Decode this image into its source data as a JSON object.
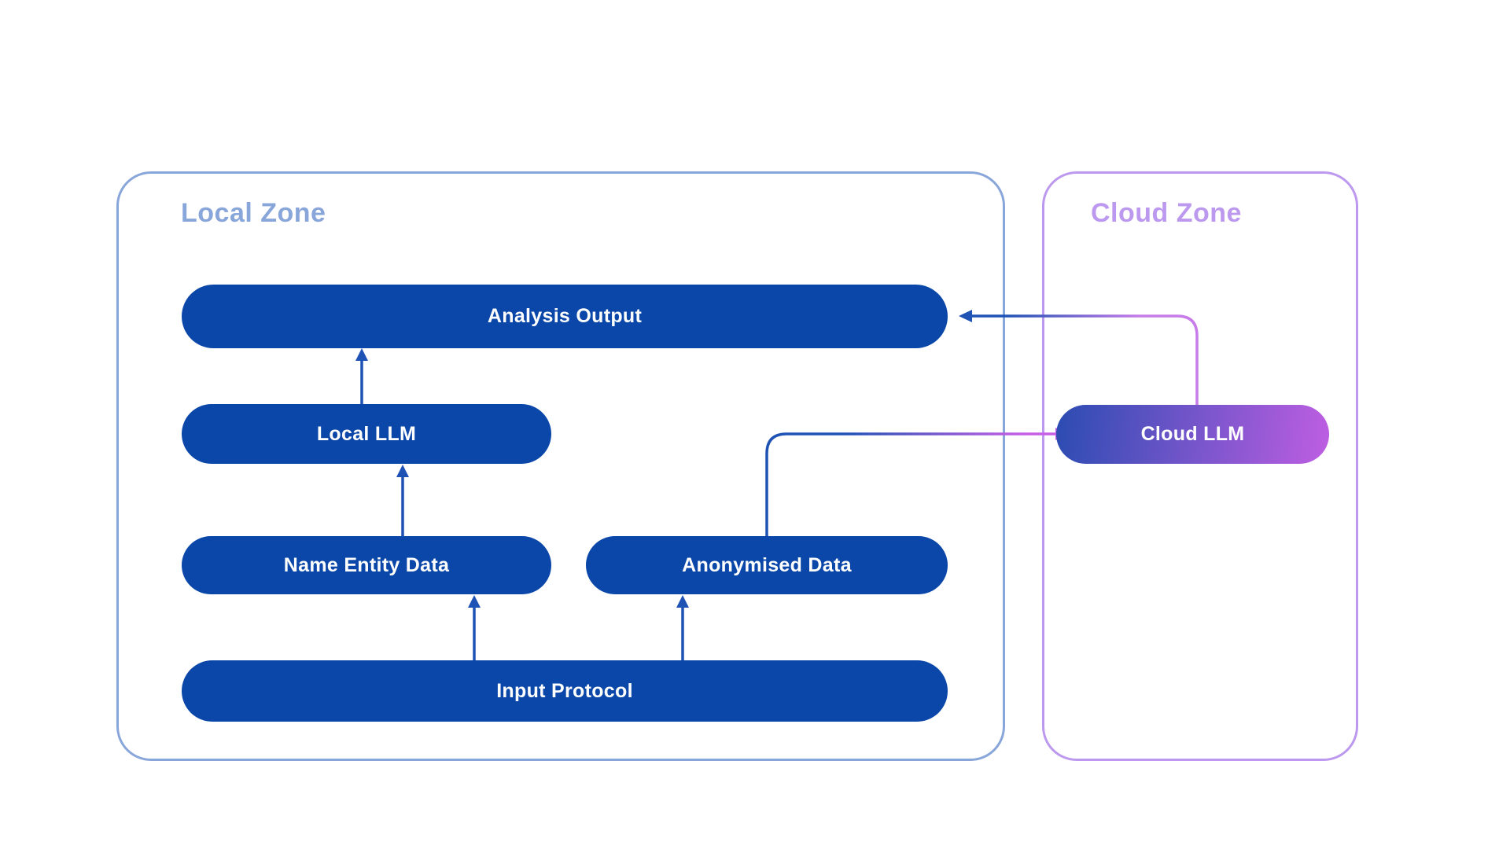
{
  "page": {
    "background": "#FFFFFF"
  },
  "zones": {
    "local": {
      "label": "Local Zone",
      "color": "#89A6DA"
    },
    "cloud": {
      "label": "Cloud Zone",
      "color": "#BC99EE"
    }
  },
  "nodes": {
    "analysis_output": {
      "label": "Analysis Output",
      "background": "#0B47A9",
      "text_color": "#FFFFFF"
    },
    "local_llm": {
      "label": "Local LLM",
      "background": "#0B47A9",
      "text_color": "#FFFFFF"
    },
    "name_entity_data": {
      "label": "Name Entity Data",
      "background": "#0B47A9",
      "text_color": "#FFFFFF"
    },
    "anonymised_data": {
      "label": "Anonymised Data",
      "background": "#0B47A9",
      "text_color": "#FFFFFF"
    },
    "input_protocol": {
      "label": "Input Protocol",
      "background": "#0B47A9",
      "text_color": "#FFFFFF"
    },
    "cloud_llm": {
      "label": "Cloud LLM",
      "background": "linear-gradient(97deg, #2B4CB2 0%, #BE5EE2 100%)",
      "gradient_start": "#2B4CB2",
      "gradient_end": "#BE5EE2",
      "text_color": "#FFFFFF"
    }
  },
  "colors": {
    "arrow_blue": "#1E52B4",
    "arrow_purple": "#C75FE6",
    "arrow_purple_light": "#C77BE8"
  },
  "connections": [
    {
      "from": "Local LLM",
      "to": "Analysis Output"
    },
    {
      "from": "Name Entity Data",
      "to": "Local LLM"
    },
    {
      "from": "Input Protocol",
      "to": "Name Entity Data"
    },
    {
      "from": "Input Protocol",
      "to": "Anonymised Data"
    },
    {
      "from": "Anonymised Data",
      "to": "Cloud LLM"
    },
    {
      "from": "Cloud LLM",
      "to": "Analysis Output"
    }
  ]
}
